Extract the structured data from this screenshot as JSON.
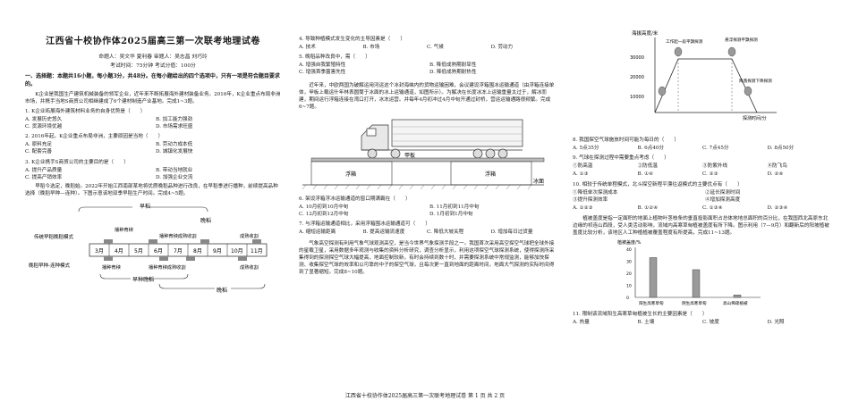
{
  "header": {
    "title": "江西省十校协作体2025届高三第一次联考地理试卷",
    "meta_line1": "命题人：吴文华 夏利春    审题人：吴志昌 刘巧玲",
    "meta_line2": "考试时间：75分钟    考试分值：100分"
  },
  "section1": {
    "heading": "一、选择题：本题共16小题，每小题3分，共48分。在每小题给出的四个选项中，只有一项是符合题目要求的。"
  },
  "col1": {
    "passage1": "K企业是我国生产建筑机械装备的领军企业，近年来不断拓展海外建材装备业务。2016年，K企业重点布局非洲市场，并携手当地S商贸公司相继建成了6个建材制造产业基地。完成1~3题。",
    "q1": {
      "stem": "1. K企业拓展海外建筑材料业务的自身优势是（　　）",
      "options": [
        "A. 发展历史悠久",
        "B. 加工能力强劲",
        "C. 货源环境优越",
        "D. 市场需求旺盛"
      ]
    },
    "q2": {
      "stem": "2. 2016年起，K企业重点布局非洲，主要原因是当地（　　）",
      "options": [
        "A. 原料充足",
        "B. 劳动力成本低",
        "C. 配套完善",
        "D. 城镇化发展快"
      ]
    },
    "q3": {
      "stem": "3. K企业携手S商贸公司的主要目的是（　　）",
      "options": [
        "A. 提升产品质量",
        "B. 带动当地就业",
        "C. 提高产销效率",
        "D. 加强企业交流"
      ]
    },
    "passage2": "早稻今选定，晚稻始。2022年开始江西南部某地将优质晚稻品种进行改良，在早稻季进行播种，前续提高品种选择（晚稻早种—连种）。下图示意该地双季早稻生产时间。完成4~5题。",
    "fig1": {
      "label_early": "早稻",
      "label_late": "晚稻",
      "mode_traditional": "传统早稻晚稻模式",
      "mode_new": "晚稻早种-连种模式",
      "stage_sow1": "播种育秧",
      "stage_grow1": "播种育秧成熟收割",
      "stage_harvest1": "成熟收割",
      "stage_sow2": "播种育秧",
      "stage_grow2": "播种育秧成熟收割",
      "stage_harvest2": "成熟收割",
      "months": [
        "3月",
        "4月",
        "5月",
        "6月",
        "7月",
        "8月",
        "9月",
        "10月",
        "11月"
      ],
      "bottom_early": "早种晚稻",
      "bottom_late": "晚稻"
    }
  },
  "col2": {
    "q4": {
      "stem": "4. 导致种植模式发生变化的主导因素是（　　）",
      "options": [
        "A. 技术",
        "B. 市场",
        "C. 气候",
        "D. 劳动力"
      ]
    },
    "q5": {
      "stem": "5. 晚稻品种改良中，需（　　）",
      "options": [
        "A. 增强自我繁殖特性",
        "B. 降低成熟期耐旱性",
        "C. 增强首季菌害先性",
        "D. 降低成熟期耐热性"
      ]
    },
    "passage3": "近年来，中欧两国为破解运用河运这个冰封海峡内的货物运输困难，会议建设浮箱围冰运输通道（由浮箱连接单体，甲板上载运什年林表圆筒于冰面的冰上运输通道，如图所示）。为解决在长度冰冻上运输重量太过于，解冰而建，期间运行浮箱连接在湾口打开，冰冻运营。并每年4月初冲过4月中旬开通过封桥，营运运输通路很频繁。完成6~7题。",
    "fig2": {
      "deck": "甲板",
      "pontoon_left": "浮箱",
      "pontoon_right": "浮箱",
      "ice": "冰面"
    },
    "q6": {
      "stem": "6. 架设浮箱浮冰运输通道的窗口期满霸在（　　）",
      "options": [
        "A. 10月初到10月中旬",
        "B. 11月初到11月中旬",
        "C. 12月初到12月中旬",
        "D. 1月初到1月中旬"
      ]
    },
    "q7": {
      "stem": "7. 与浮箱运输通道相比，采用浮箱围冰运输通道可（　　）",
      "options": [
        "A. 缩短运输距离",
        "B. 提高运输流速度",
        "C. 降低大坡关程",
        "D. 增加每日过货量"
      ]
    },
    "passage4": "气象高空探测有利用气象气球观测高空，是当今世界气象探测手段之一。我国首次采用高空探空气球把全球外接的星载卫星，采用数据多年观测与收集的资料分析研究，调查分析显示，利用这项探空气球探测系统，使得探测所采集得到的探测探空气球大幅提高，地面控制较新，有时会持续到数十时，并需要探测系统中常规监测，能够加快探测、收集探空气球的效率和以可靠的中子的探空气球，且每次更一直到地面的距离时间，地面大气探测的实际时间得到了显著缩短。完成8~10题。"
  },
  "col3": {
    "fig3": {
      "ylabel": "海拔高度/米",
      "xlabel": "探测时间/分",
      "y_ticks": [
        "10000",
        "20000",
        "30000"
      ],
      "label_liftoff": "工作起一段平飘探测",
      "label_float": "悬浮探测平飘探测",
      "label_descend": "降落探测下降探测"
    },
    "q8": {
      "stem": "8. 我国探空气球施放时间可能为每日的（　　）",
      "options": [
        "A. 5点35分",
        "B. 6点40分",
        "C. 7点45分",
        "D. 8点50分"
      ]
    },
    "q9": {
      "stem": "9. 气球在探测过程中需要重点考虑（　　）",
      "options": [
        "①防高温",
        "②防低温",
        "③防紫外线",
        "④防飞鸟"
      ],
      "choices": [
        "A. ①③",
        "B. ①④",
        "C. ②③",
        "D. ②④"
      ]
    },
    "q10": {
      "stem": "10. 相较于传统单程模式，北斗探空新程平漂往返模式的主要优点有（　　）",
      "options": [
        "①降低单次探测成本",
        "②延长探测时间",
        "③提升探测效率",
        "④增加探测高度"
      ],
      "choices": [
        "A. ①②③",
        "B. ①②④",
        "C. ①③④",
        "D. ②③④"
      ]
    },
    "passage5": "植被盖度是指一定面积的地面上植物叶茎枝条的垂直投影面积占总体地地总面积的百分比，在我国西北高原东北边缘的祁连山西段，受人类活动影响，流域内高寒草甸植被盖度有所下降。图示利用（7—9月）和翻新后的阳坡植被盖度比较分析，该地区人工种植植被覆盖程度有所提高，完成11~13题。",
    "fig4": {
      "ylabel": "植被盖度/%",
      "y_ticks": [
        "0",
        "10",
        "20",
        "30",
        "40"
      ],
      "categories": [
        "阳生高寒草甸",
        "阴生高寒草甸",
        "高山稀疏植被"
      ],
      "values": [
        33,
        23,
        2
      ]
    },
    "q11": {
      "stem": "11. 限制该流域阳生高寒草甸植被生长的主要因素是（　　）",
      "options": [
        "A. 热量",
        "B. 土壤",
        "C. 坡度",
        "D. 光照"
      ]
    }
  },
  "footer": {
    "text": "江西省十校协作体2025届高三第一次联考地理试卷 第 1 页 共 2 页"
  }
}
